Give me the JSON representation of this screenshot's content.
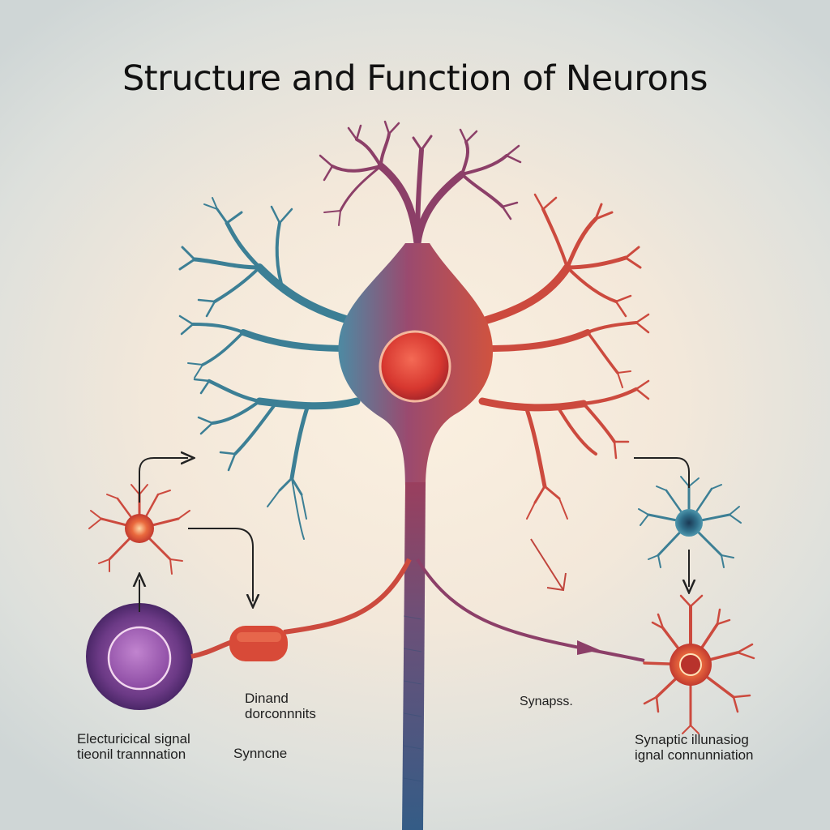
{
  "title": "Structure and Function of Neurons",
  "labels": {
    "left_bottom": [
      "Electuricical signal",
      "tieonil trannnation"
    ],
    "center_left": [
      "Dinand",
      "dorconnnits"
    ],
    "center_bottom": "Synncne",
    "right_center": "Synapss.",
    "right_bottom": [
      "Synaptic illunasiog",
      "ignal connunniation"
    ]
  },
  "colors": {
    "blue": "#3c7f95",
    "red": "#cc4a3e",
    "purple": "#8c3f68",
    "nucleus": "#e0453a",
    "axon": "#3a5f86"
  }
}
